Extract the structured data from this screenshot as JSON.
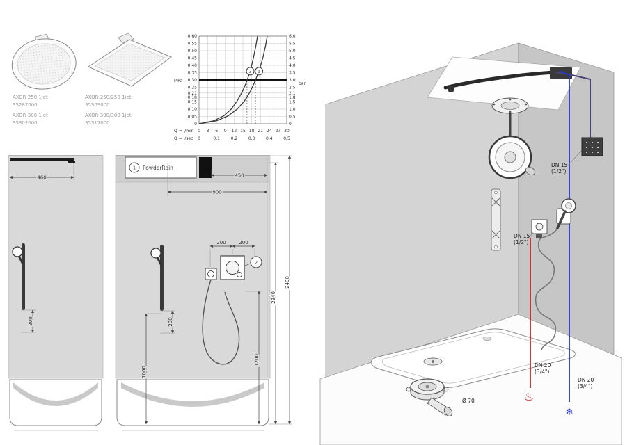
{
  "products": {
    "items": [
      {
        "name": "AXOR 250 1jet",
        "sku": "35287000"
      },
      {
        "name": "AXOR 300 1jet",
        "sku": "35302000"
      },
      {
        "name": "AXOR 250/250 1jet",
        "sku": "35309000"
      },
      {
        "name": "AXOR 300/300 1jet",
        "sku": "35317000"
      }
    ]
  },
  "chart_data": {
    "type": "line",
    "x_axis": {
      "label_lmin": "Q = l/min",
      "label_lsec": "Q = l/sec",
      "max_lmin": 30,
      "ticks_lmin": [
        {
          "v": 0,
          "t": "0"
        },
        {
          "v": 3,
          "t": "3"
        },
        {
          "v": 6,
          "t": "6"
        },
        {
          "v": 9,
          "t": "9"
        },
        {
          "v": 12,
          "t": "12"
        },
        {
          "v": 15,
          "t": "15"
        },
        {
          "v": 18,
          "t": "18"
        },
        {
          "v": 21,
          "t": "21"
        },
        {
          "v": 24,
          "t": "24"
        },
        {
          "v": 27,
          "t": "27"
        },
        {
          "v": 30,
          "t": "30"
        }
      ],
      "ticks_lsec": [
        {
          "v": 0,
          "t": "0"
        },
        {
          "v": 6,
          "t": "0,1"
        },
        {
          "v": 12,
          "t": "0,2"
        },
        {
          "v": 18,
          "t": "0,3"
        },
        {
          "v": 24,
          "t": "0,4"
        },
        {
          "v": 30,
          "t": "0,5"
        }
      ]
    },
    "y_axis": {
      "label_left": "MPa",
      "label_right": "bar",
      "max_mpa": 0.6,
      "ticks": [
        {
          "v": 0.6,
          "mpa": "0,60",
          "bar": "6,0"
        },
        {
          "v": 0.55,
          "mpa": "0,55",
          "bar": "5,5"
        },
        {
          "v": 0.5,
          "mpa": "0,50",
          "bar": "5,0"
        },
        {
          "v": 0.45,
          "mpa": "0,45",
          "bar": "4,5"
        },
        {
          "v": 0.4,
          "mpa": "0,40",
          "bar": "4,0"
        },
        {
          "v": 0.35,
          "mpa": "0,35",
          "bar": "3,5"
        },
        {
          "v": 0.3,
          "mpa": "0,30",
          "bar": "3,0"
        },
        {
          "v": 0.25,
          "mpa": "0,25",
          "bar": "2,5"
        },
        {
          "v": 0.21,
          "mpa": "0,21",
          "bar": "2,1"
        },
        {
          "v": 0.18,
          "mpa": "0,18",
          "bar": "1,8"
        },
        {
          "v": 0.15,
          "mpa": "0,15",
          "bar": "1,5"
        },
        {
          "v": 0.1,
          "mpa": "0,10",
          "bar": "1,0"
        },
        {
          "v": 0.05,
          "mpa": "0,05",
          "bar": "0,5"
        },
        {
          "v": 0,
          "mpa": "0",
          "bar": "0"
        }
      ]
    },
    "reference_line_mpa": 0.3,
    "guide_lines_lmin": [
      16.4,
      19.3
    ],
    "series": [
      {
        "name": "1",
        "points": [
          [
            0,
            0
          ],
          [
            6,
            0.02
          ],
          [
            10,
            0.055
          ],
          [
            13,
            0.1
          ],
          [
            15.5,
            0.155
          ],
          [
            17.5,
            0.22
          ],
          [
            19,
            0.285
          ],
          [
            20.5,
            0.36
          ],
          [
            21.8,
            0.45
          ],
          [
            22.8,
            0.54
          ],
          [
            23.3,
            0.6
          ]
        ],
        "marker": [
          20.5,
          0.36
        ]
      },
      {
        "name": "2",
        "points": [
          [
            0,
            0
          ],
          [
            5,
            0.02
          ],
          [
            8.5,
            0.055
          ],
          [
            11,
            0.1
          ],
          [
            13,
            0.155
          ],
          [
            14.8,
            0.22
          ],
          [
            16.2,
            0.285
          ],
          [
            17.5,
            0.36
          ],
          [
            18.6,
            0.45
          ],
          [
            19.5,
            0.54
          ],
          [
            20,
            0.6
          ]
        ],
        "marker": [
          17.5,
          0.36
        ]
      }
    ]
  },
  "elevation": {
    "powderrain": "PowderRain",
    "callout_1": "1",
    "callout_2": "2",
    "dims": {
      "d460": "460",
      "d450": "450",
      "d900": "900",
      "d200a": "200",
      "d200b": "200",
      "d200_bar_left": "200",
      "d200_bar_main": "200",
      "d1000": "1000",
      "d1200": "1200",
      "d2340": "2340",
      "d2400": "2400"
    }
  },
  "perspective": {
    "labels": {
      "supply_top": {
        "l1": "DN 15",
        "l2": "(1/2\")"
      },
      "supply_mid": {
        "l1": "DN 15",
        "l2": "(1/2\")"
      },
      "hot": {
        "l1": "DN 20",
        "l2": "(3/4\")"
      },
      "cold": {
        "l1": "DN 20",
        "l2": "(3/4\")"
      },
      "drain": "Ø 70"
    },
    "icons": {
      "hot": "♨",
      "cold": "❄"
    },
    "colors": {
      "hot": "#c0272d",
      "cold": "#2836c4",
      "supply": "#4a4472"
    }
  }
}
